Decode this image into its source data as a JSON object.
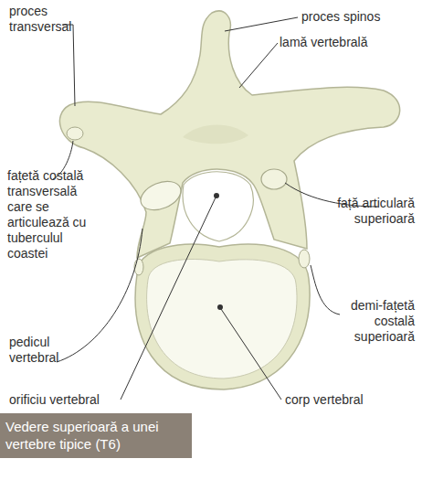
{
  "diagram": {
    "caption": "Vedere superioară a unei vertebre tipice (T6)",
    "labels": [
      "proces transversal",
      "proces spinos",
      "lamă vertebrală",
      "fațetă costală transversală care se articulează cu tuberculul coastei",
      "față articulară superioară",
      "demi-fațetă costală superioară",
      "pedicul vertebral",
      "orificiu vertebral",
      "corp vertebral"
    ]
  }
}
